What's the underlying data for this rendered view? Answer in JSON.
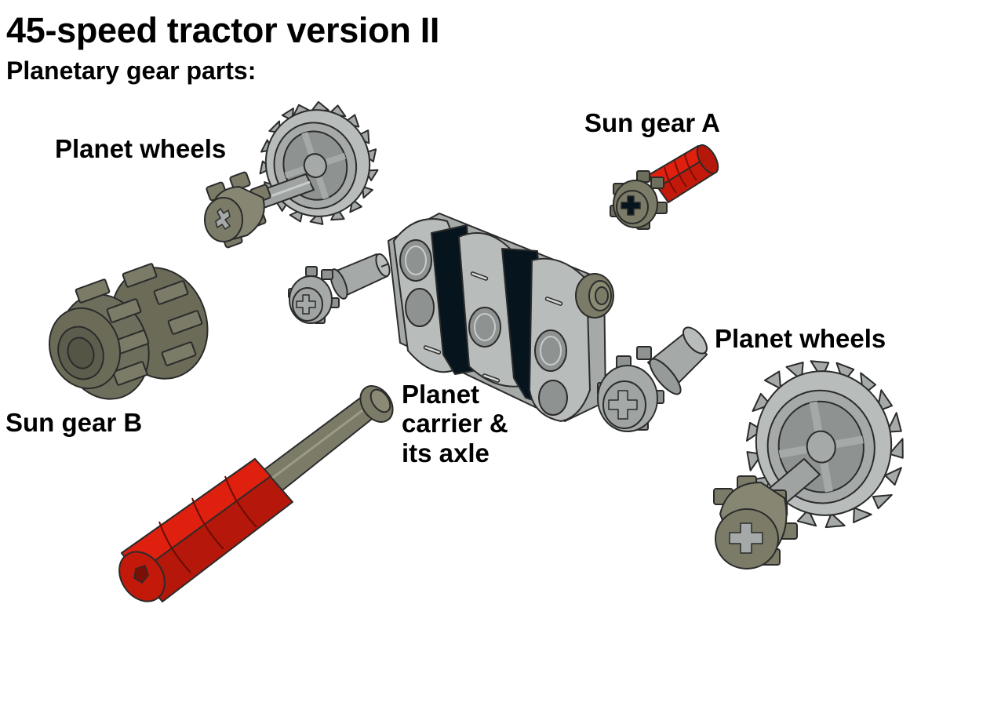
{
  "title": "45-speed tractor version II",
  "subtitle": "Planetary gear parts:",
  "labels": {
    "planet_wheels_top": "Planet wheels",
    "sun_gear_a": "Sun gear A",
    "planet_wheels_right": "Planet wheels",
    "sun_gear_b": "Sun gear B",
    "planet_carrier_line1": "Planet",
    "planet_carrier_line2": "carrier &",
    "planet_carrier_line3": "its axle"
  },
  "colors": {
    "background": "#ffffff",
    "text": "#000000",
    "light_bluish_gray": "#a5aaa8",
    "light_gray_highlight": "#c9ccca",
    "dark_tan_gray": "#7b7b68",
    "dark_gray": "#5d5d4e",
    "red": "#d81c0c",
    "dark_red": "#9a1308",
    "black_band": "#06141d",
    "outline": "#2b2b2b"
  },
  "parts": [
    {
      "id": "planet-wheel-top",
      "name": "Planet wheel (20-tooth gear with 8-tooth pinion)"
    },
    {
      "id": "sun-gear-a",
      "name": "Sun gear A (8-tooth gear with red bush)"
    },
    {
      "id": "pin-connector-left",
      "name": "8-tooth gear with pin"
    },
    {
      "id": "planet-carrier",
      "name": "Planet carrier (liftarm block)"
    },
    {
      "id": "sun-gear-b",
      "name": "Sun gear B (double 16-tooth gear)"
    },
    {
      "id": "carrier-axle",
      "name": "Axle with stop and red connectors"
    },
    {
      "id": "pin-connector-right",
      "name": "8-tooth gear with pin"
    },
    {
      "id": "planet-wheel-right",
      "name": "Planet wheel (20-tooth gear with 8-tooth pinion)"
    }
  ]
}
